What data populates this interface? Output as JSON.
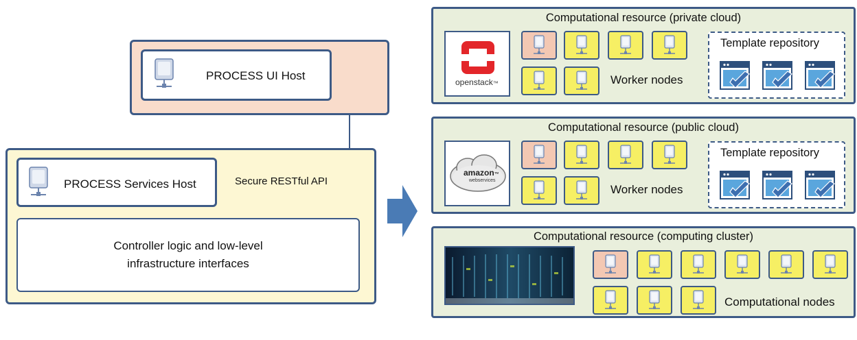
{
  "ui_host": {
    "label": "PROCESS UI Host"
  },
  "services_host": {
    "label": "PROCESS Services Host"
  },
  "api": {
    "label": "Secure RESTful API"
  },
  "controller": {
    "line1": "Controller logic and low-level",
    "line2": "infrastructure interfaces"
  },
  "private_cloud": {
    "title": "Computational resource (private cloud)",
    "logo_text": "openstack",
    "logo_tm": "™",
    "nodes_label": "Worker nodes",
    "repo_title": "Template repository"
  },
  "public_cloud": {
    "title": "Computational resource (public cloud)",
    "logo_text_1": "amazon",
    "logo_text_2": "webservices",
    "logo_tm": "™",
    "nodes_label": "Worker nodes",
    "repo_title": "Template repository"
  },
  "cluster": {
    "title": "Computational resource (computing cluster)",
    "nodes_label": "Computational nodes"
  },
  "colors": {
    "border": "#3d5a86",
    "node_worker": "#f6ef64",
    "node_master": "#f3c8b3",
    "panel_bg": "#e9efdc",
    "ui_host_bg": "#f9dccb",
    "services_bg": "#fdf7d3",
    "arrow": "#4a7bb5",
    "openstack_red": "#e3262a"
  }
}
